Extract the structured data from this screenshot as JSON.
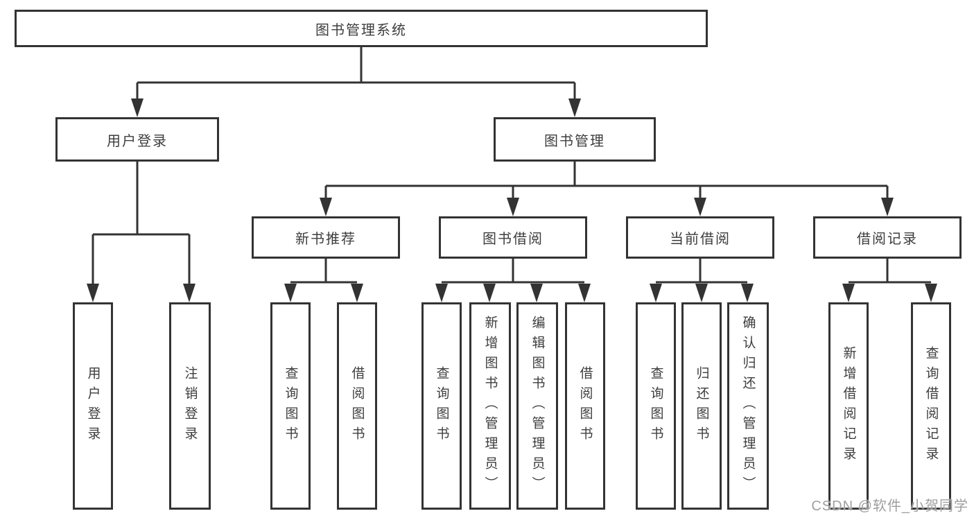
{
  "nodes": {
    "root": "图书管理系统",
    "login": "用户登录",
    "mgmt": "图书管理",
    "recommend": "新书推荐",
    "borrow": "图书借阅",
    "current": "当前借阅",
    "records": "借阅记录",
    "leaf": {
      "login1": "用户登录",
      "login2": "注销登录",
      "rec1": "查询图书",
      "rec2": "借阅图书",
      "bor1": "查询图书",
      "bor2": "新增图书（管理员）",
      "bor3": "编辑图书（管理员）",
      "bor4": "借阅图书",
      "cur1": "查询图书",
      "cur2": "归还图书",
      "cur3": "确认归还（管理员）",
      "rcd1": "新增借阅记录",
      "rcd2": "查询借阅记录"
    }
  },
  "watermark": "CSDN @软件_小贺同学",
  "colors": {
    "line": "#333333",
    "text": "#3d3d3d",
    "watermark": "#9f9f9f",
    "background": "#ffffff"
  }
}
